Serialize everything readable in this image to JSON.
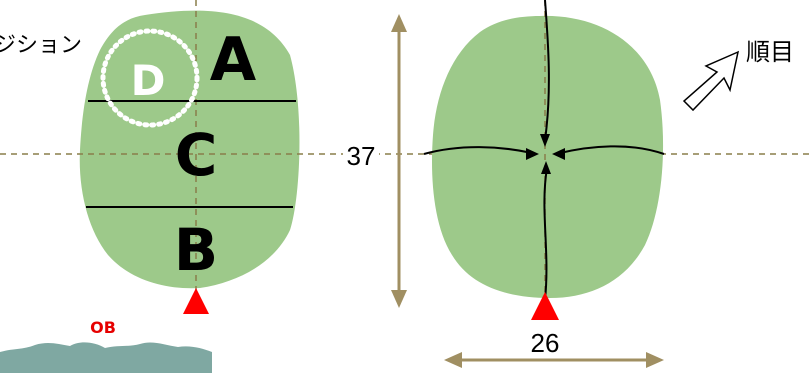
{
  "left_green": {
    "zone_top_right": "A",
    "zone_middle": "C",
    "zone_bottom": "B",
    "zone_circled": "D",
    "label_cut_off": "ジション"
  },
  "right_green": {
    "depth": "37",
    "width": "26",
    "direction_label": "順目"
  },
  "hazard": {
    "label": "OB"
  },
  "colors": {
    "green": "#9dc98a",
    "tee_marker": "#ff0000",
    "dimension_line": "#a08f62",
    "ob_text": "#e60000",
    "trees": "#7fa8a2"
  }
}
